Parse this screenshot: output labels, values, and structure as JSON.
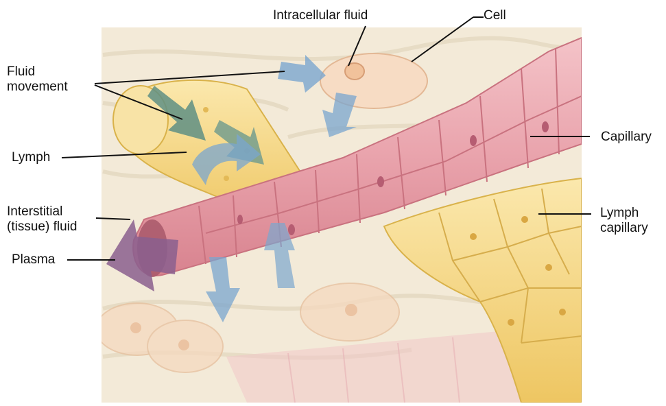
{
  "labels": {
    "intracellular_fluid": "Intracellular fluid",
    "cell": "Cell",
    "fluid_movement_line1": "Fluid",
    "fluid_movement_line2": "movement",
    "capillary": "Capillary",
    "lymph": "Lymph",
    "interstitial_line1": "Interstitial",
    "interstitial_line2": "(tissue) fluid",
    "lymph_capillary_line1": "Lymph",
    "lymph_capillary_line2": "capillary",
    "plasma": "Plasma"
  },
  "colors": {
    "background_tissue": "#f3ead8",
    "capillary": "#e9a3ac",
    "capillary_dark": "#c9727f",
    "lymph_vessel": "#f5d77e",
    "lymph_vessel_dark": "#d9b24a",
    "cell": "#f7d2b5",
    "arrow_blue": "#7aa6cf",
    "arrow_teal": "#5f8f84",
    "arrow_purple": "#8a5f8e"
  }
}
